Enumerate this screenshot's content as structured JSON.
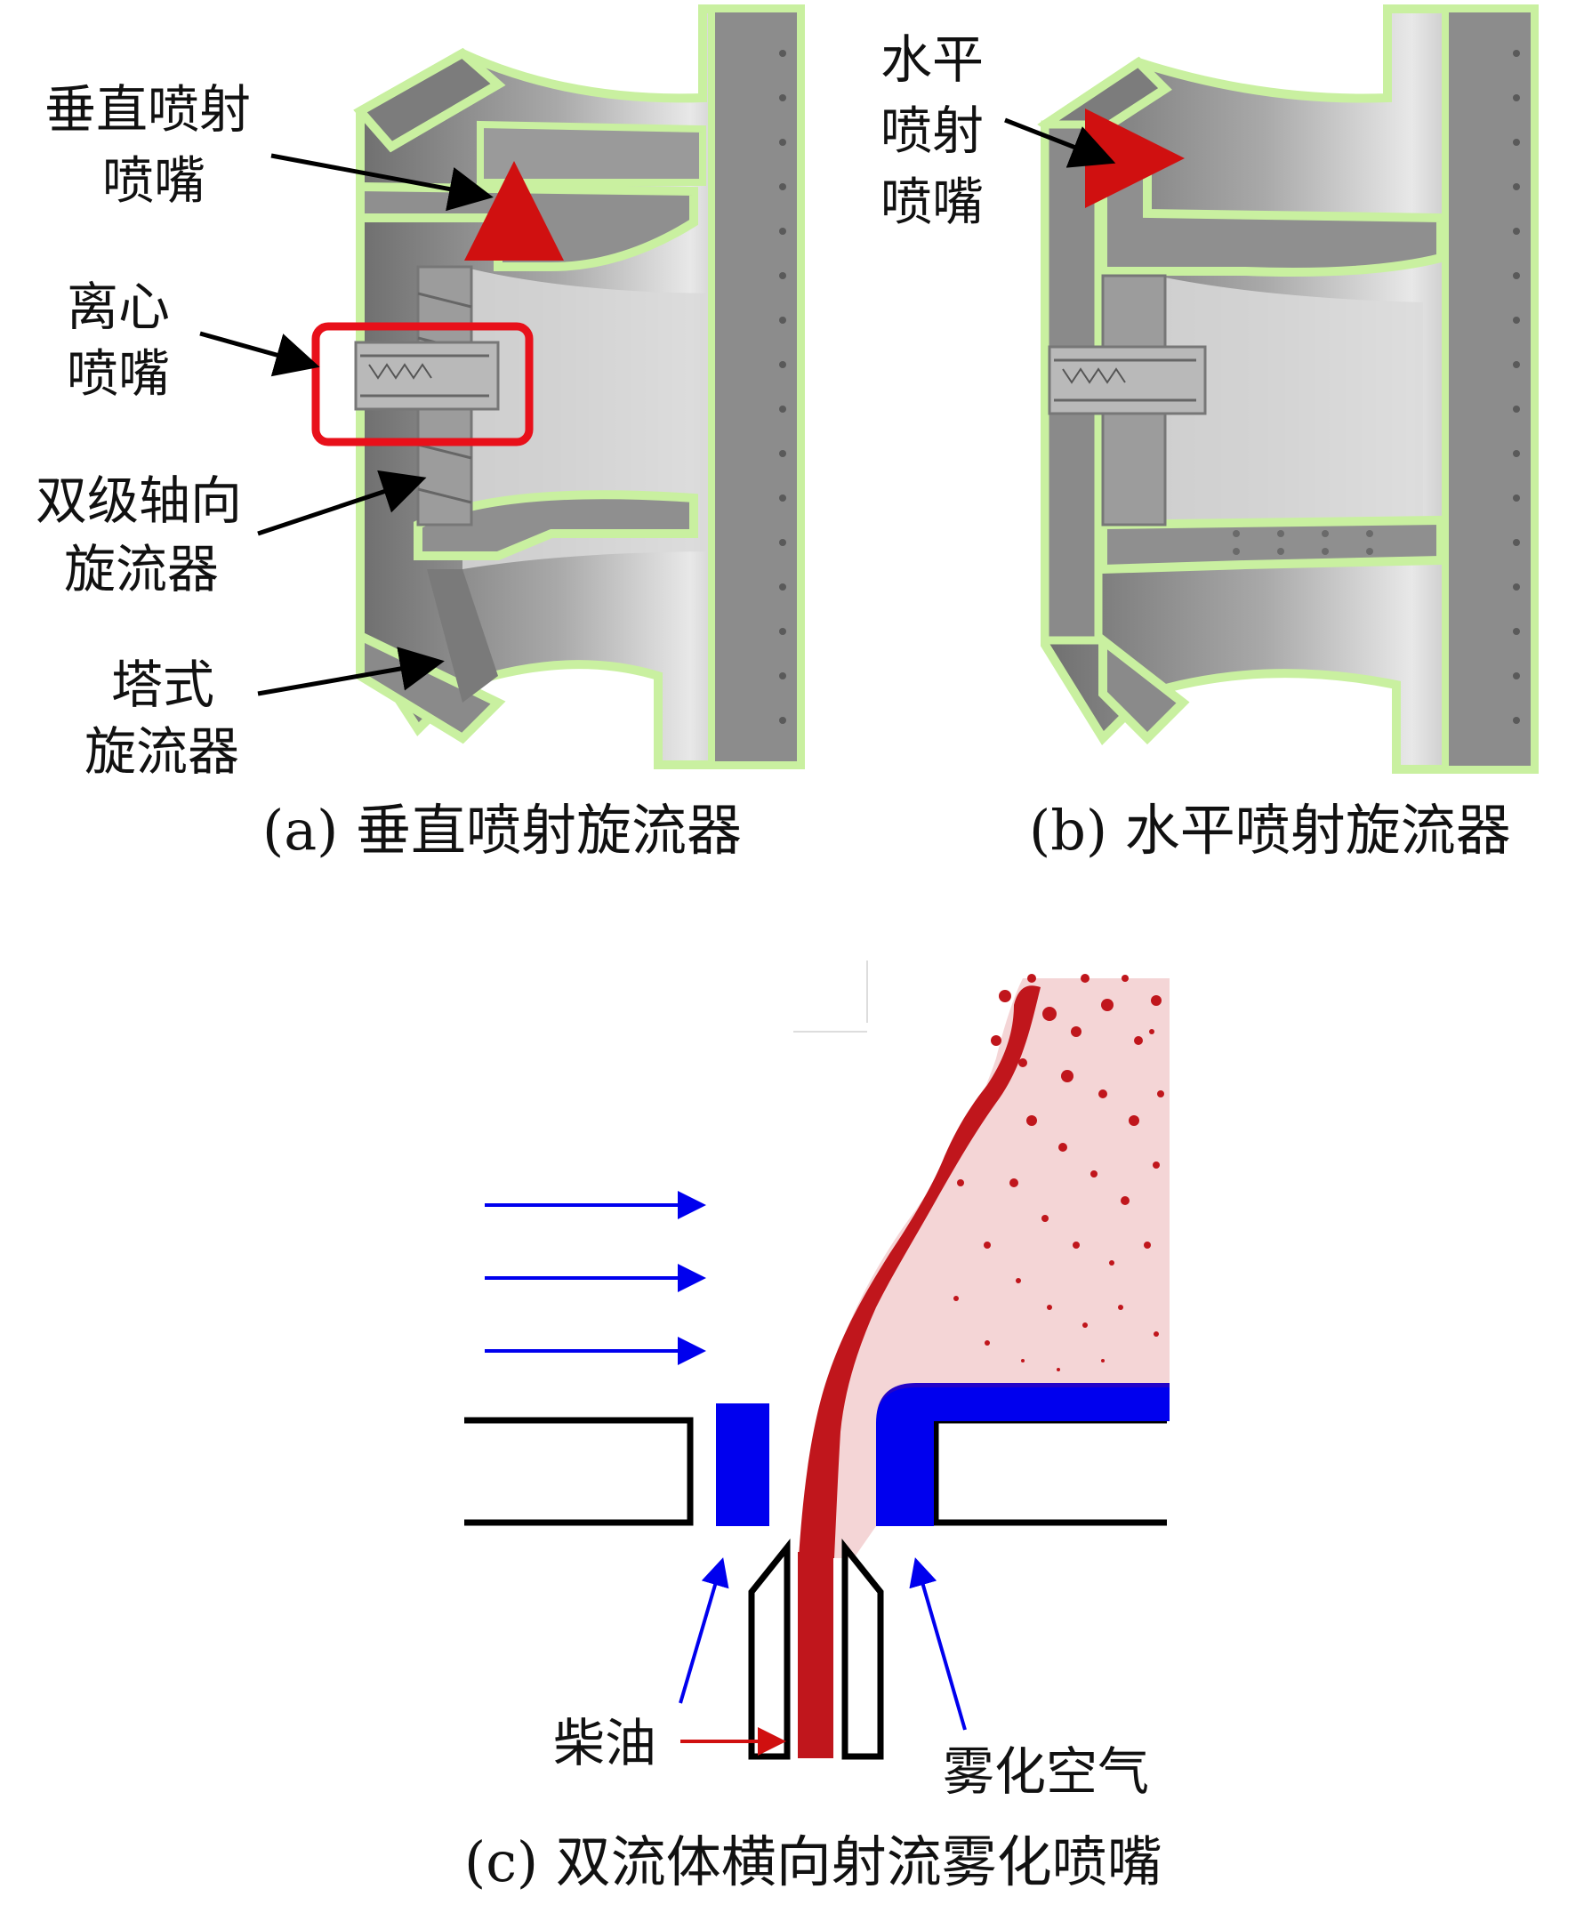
{
  "panel_a": {
    "caption": "(a) 垂直喷射旋流器",
    "labels": {
      "vertical_nozzle": [
        "垂直喷射",
        "喷嘴"
      ],
      "centrifugal_nozzle": [
        "离心",
        "喷嘴"
      ],
      "axial_swirler": [
        "双级轴向",
        "旋流器"
      ],
      "tower_swirler": [
        "塔式",
        "旋流器"
      ]
    }
  },
  "panel_b": {
    "caption": "(b) 水平喷射旋流器",
    "labels": {
      "horizontal_nozzle": [
        "水平",
        "喷射",
        "喷嘴"
      ]
    }
  },
  "panel_c": {
    "caption": "(c) 双流体横向射流雾化喷嘴",
    "labels": {
      "diesel": "柴油",
      "atomizing_air": "雾化空气"
    }
  },
  "colors": {
    "outline_green": "#c9f0a0",
    "metal_gray": "#8a8a8a",
    "air_blue": "#0000ee",
    "fuel_red": "#c0161c",
    "highlight_red": "#e8101a"
  }
}
